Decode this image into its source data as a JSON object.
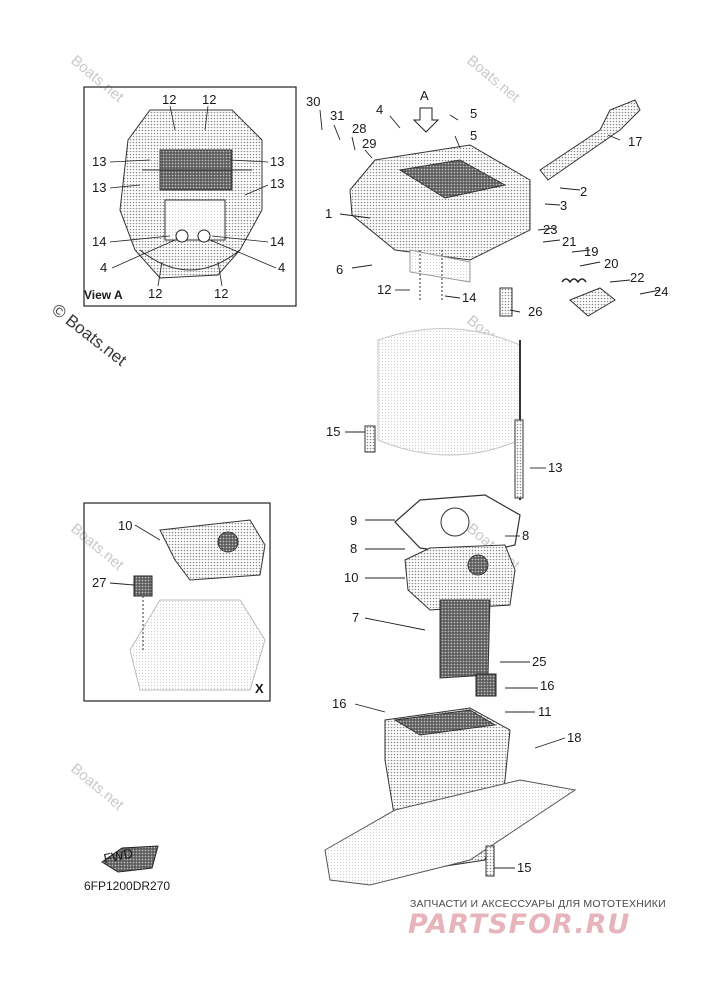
{
  "diagram": {
    "drawing_code": "6FP1200DR270",
    "view_a_caption": "View A",
    "view_x_caption": "X",
    "arrow_a_label": "A",
    "fwd_label": "FWD",
    "watermark_text": "Boats.net",
    "copyright_watermark": "© Boats.net",
    "brand_tagline": "ЗАПЧАСТИ И АКСЕССУАРЫ ДЛЯ МОТОТЕХНИКИ",
    "brand_name": "PARTSFOR.RU",
    "callouts": [
      {
        "id": "c30",
        "label": "30"
      },
      {
        "id": "c31",
        "label": "31"
      },
      {
        "id": "c28",
        "label": "28"
      },
      {
        "id": "c29",
        "label": "29"
      },
      {
        "id": "c4a",
        "label": "4"
      },
      {
        "id": "c5a",
        "label": "5"
      },
      {
        "id": "c5b",
        "label": "5"
      },
      {
        "id": "c17",
        "label": "17"
      },
      {
        "id": "c2",
        "label": "2"
      },
      {
        "id": "c3",
        "label": "3"
      },
      {
        "id": "c1",
        "label": "1"
      },
      {
        "id": "c23",
        "label": "23"
      },
      {
        "id": "c21",
        "label": "21"
      },
      {
        "id": "c19",
        "label": "19"
      },
      {
        "id": "c20",
        "label": "20"
      },
      {
        "id": "c22",
        "label": "22"
      },
      {
        "id": "c24",
        "label": "24"
      },
      {
        "id": "c6",
        "label": "6"
      },
      {
        "id": "c12m",
        "label": "12"
      },
      {
        "id": "c14m",
        "label": "14"
      },
      {
        "id": "c26",
        "label": "26"
      },
      {
        "id": "c15a",
        "label": "15"
      },
      {
        "id": "c13m",
        "label": "13"
      },
      {
        "id": "c9",
        "label": "9"
      },
      {
        "id": "c8a",
        "label": "8"
      },
      {
        "id": "c8b",
        "label": "8"
      },
      {
        "id": "c10a",
        "label": "10"
      },
      {
        "id": "c7",
        "label": "7"
      },
      {
        "id": "c25",
        "label": "25"
      },
      {
        "id": "c16a",
        "label": "16"
      },
      {
        "id": "c16b",
        "label": "16"
      },
      {
        "id": "c11",
        "label": "11"
      },
      {
        "id": "c18",
        "label": "18"
      },
      {
        "id": "c15b",
        "label": "15"
      },
      {
        "id": "c10b",
        "label": "10"
      },
      {
        "id": "c27",
        "label": "27"
      },
      {
        "id": "va12a",
        "label": "12"
      },
      {
        "id": "va12b",
        "label": "12"
      },
      {
        "id": "va13a",
        "label": "13"
      },
      {
        "id": "va13b",
        "label": "13"
      },
      {
        "id": "va13c",
        "label": "13"
      },
      {
        "id": "va13d",
        "label": "13"
      },
      {
        "id": "va14a",
        "label": "14"
      },
      {
        "id": "va14b",
        "label": "14"
      },
      {
        "id": "va4a",
        "label": "4"
      },
      {
        "id": "va4b",
        "label": "4"
      },
      {
        "id": "va12c",
        "label": "12"
      },
      {
        "id": "va12d",
        "label": "12"
      }
    ]
  }
}
